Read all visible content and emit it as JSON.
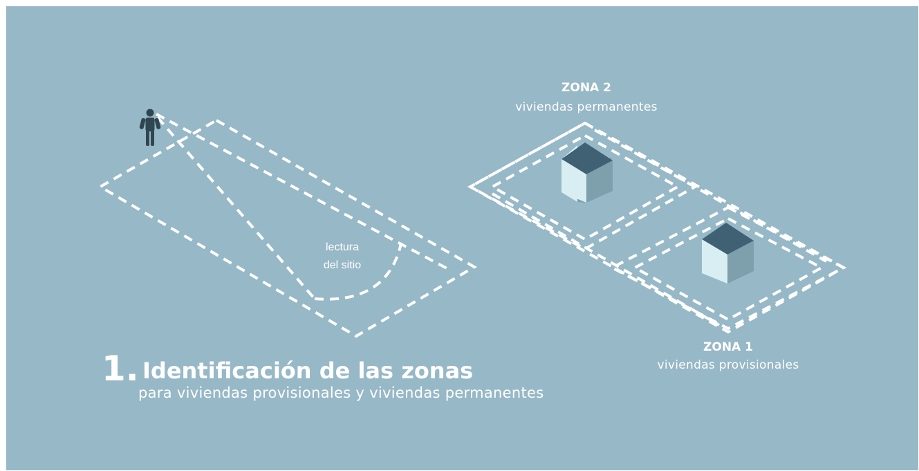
{
  "zone2": {
    "title": "ZONA 2",
    "subtitle": "viviendas permanentes"
  },
  "zone1": {
    "title": "ZONA 1",
    "subtitle": "viviendas provisionales"
  },
  "site_reading": {
    "line1": "lectura",
    "line2": "del sitio"
  },
  "step": {
    "number": "1.",
    "title": "Identificación de las zonas",
    "subtitle": "para viviendas provisionales y viviendas permanentes"
  },
  "colors": {
    "background": "#97b8c6",
    "lines": "#ffffff",
    "person": "#2f4650",
    "roof": "#3f6173",
    "wall_light": "#d9eef2",
    "wall_dark": "#7e9fac"
  },
  "icons": {
    "person": "person-icon",
    "house": "house-icon"
  }
}
